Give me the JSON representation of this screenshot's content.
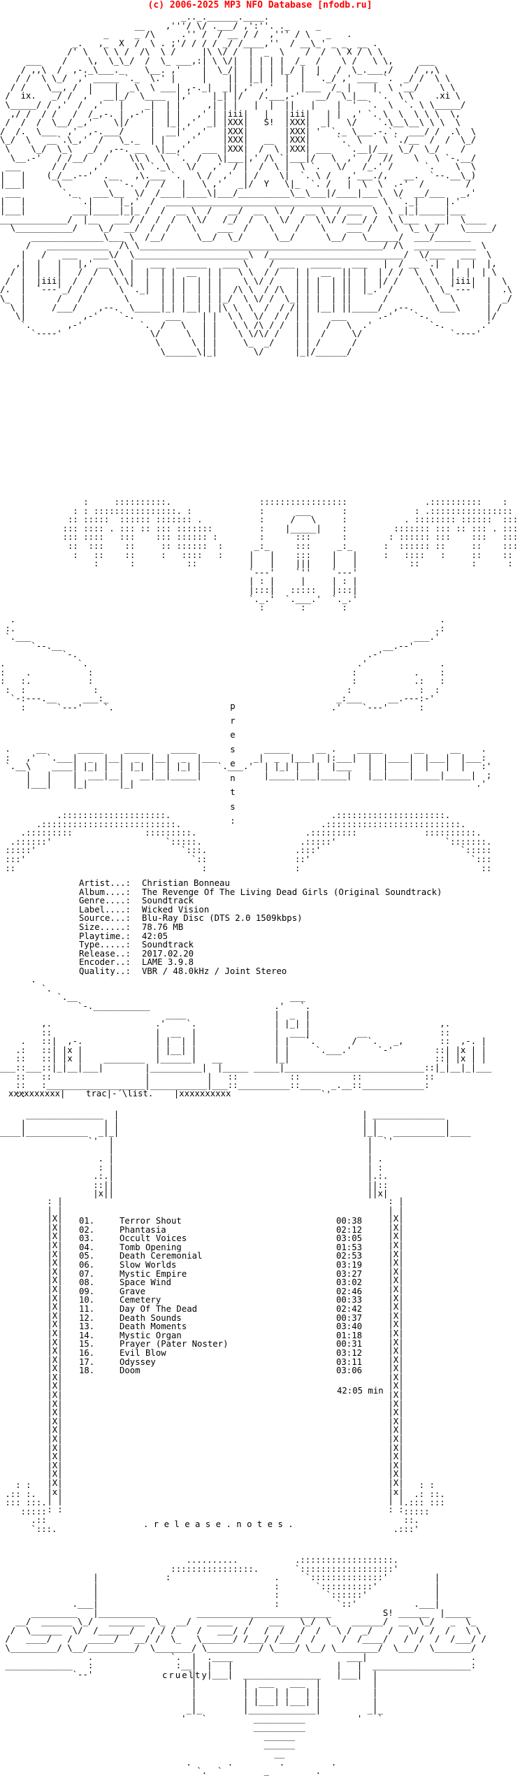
{
  "header": {
    "text": "(c) 2006-2025 MP3 NFO Database [nfodb.ru]"
  },
  "presents": [
    "p",
    "r",
    "e",
    "s",
    "e",
    "n",
    "t",
    "s",
    ":"
  ],
  "info": [
    {
      "key": "Artist...:",
      "value": "Christian Bonneau"
    },
    {
      "key": "Album....:",
      "value": "The Revenge Of The Living Dead Girls (Original Soundtrack)"
    },
    {
      "key": "Genre....:",
      "value": "Soundtrack"
    },
    {
      "key": "Label....:",
      "value": "Wicked Vision"
    },
    {
      "key": "Source...:",
      "value": "Blu-Ray Disc (DTS 2.0 1509kbps)"
    },
    {
      "key": "Size.....:",
      "value": "78.76 MB"
    },
    {
      "key": "Playtime.:",
      "value": "42:05"
    },
    {
      "key": "Type.....:",
      "value": "Soundtrack"
    },
    {
      "key": "Release..:",
      "value": "2017.02.20"
    },
    {
      "key": "Encoder..:",
      "value": "LAME 3.9.8"
    },
    {
      "key": "Quality..:",
      "value": "VBR / 48.0kHz / Joint Stereo"
    }
  ],
  "tracklist_heading": "xxxxxxxxxx|    trac|-´\\list.    |xxxxxxxxxx",
  "tracks": [
    {
      "num": "01.",
      "title": "Terror Shout",
      "dur": "00:38"
    },
    {
      "num": "02.",
      "title": "Phantasia",
      "dur": "02:12"
    },
    {
      "num": "03.",
      "title": "Occult Voices",
      "dur": "03:05"
    },
    {
      "num": "04.",
      "title": "Tomb Opening",
      "dur": "01:53"
    },
    {
      "num": "05.",
      "title": "Death Ceremonial",
      "dur": "02:53"
    },
    {
      "num": "06.",
      "title": "Slow Worlds",
      "dur": "03:19"
    },
    {
      "num": "07.",
      "title": "Mystic Empire",
      "dur": "03:27"
    },
    {
      "num": "08.",
      "title": "Space Wind",
      "dur": "03:02"
    },
    {
      "num": "09.",
      "title": "Grave",
      "dur": "02:46"
    },
    {
      "num": "10.",
      "title": "Cemetery",
      "dur": "00:33"
    },
    {
      "num": "11.",
      "title": "Day Of The Dead",
      "dur": "02:42"
    },
    {
      "num": "12.",
      "title": "Death Sounds",
      "dur": "00:37"
    },
    {
      "num": "13.",
      "title": "Death Moments",
      "dur": "03:40"
    },
    {
      "num": "14.",
      "title": "Mystic Organ",
      "dur": "01:18"
    },
    {
      "num": "15.",
      "title": "Prayer (Pater Noster)",
      "dur": "00:31"
    },
    {
      "num": "16.",
      "title": "Evil Blow",
      "dur": "03:12"
    },
    {
      "num": "17.",
      "title": "Odyssey",
      "dur": "03:11"
    },
    {
      "num": "18.",
      "title": "Doom",
      "dur": "03:06"
    }
  ],
  "total": "42:05 min",
  "release_notes": ". r e l e a s e . n o t e s .",
  "cruelty": "cruelty",
  "colors": {
    "header": "#ff0000",
    "text": "#000000",
    "background": "#ffffff"
  }
}
